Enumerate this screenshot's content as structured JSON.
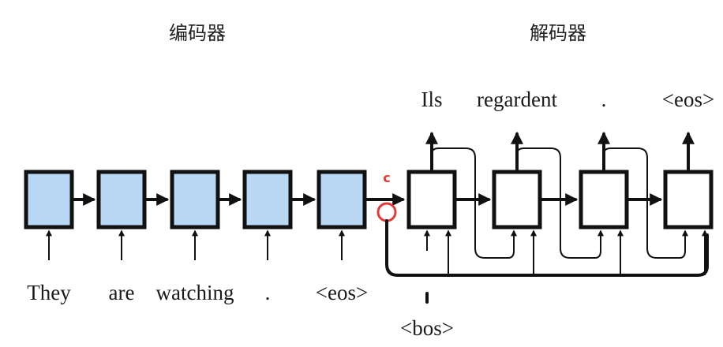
{
  "colors": {
    "encoder_fill": "#b9d8f4",
    "decoder_fill": "#ffffff",
    "stroke": "#111111",
    "context_marker": "#e53935"
  },
  "encoder": {
    "title": "编码器",
    "inputs": [
      "They",
      "are",
      "watching",
      ".",
      "<eos>"
    ]
  },
  "decoder": {
    "title": "解码器",
    "outputs": [
      "Ils",
      "regardent",
      ".",
      "<eos>"
    ],
    "start_token": "<bos>"
  },
  "context": {
    "label": "c"
  }
}
